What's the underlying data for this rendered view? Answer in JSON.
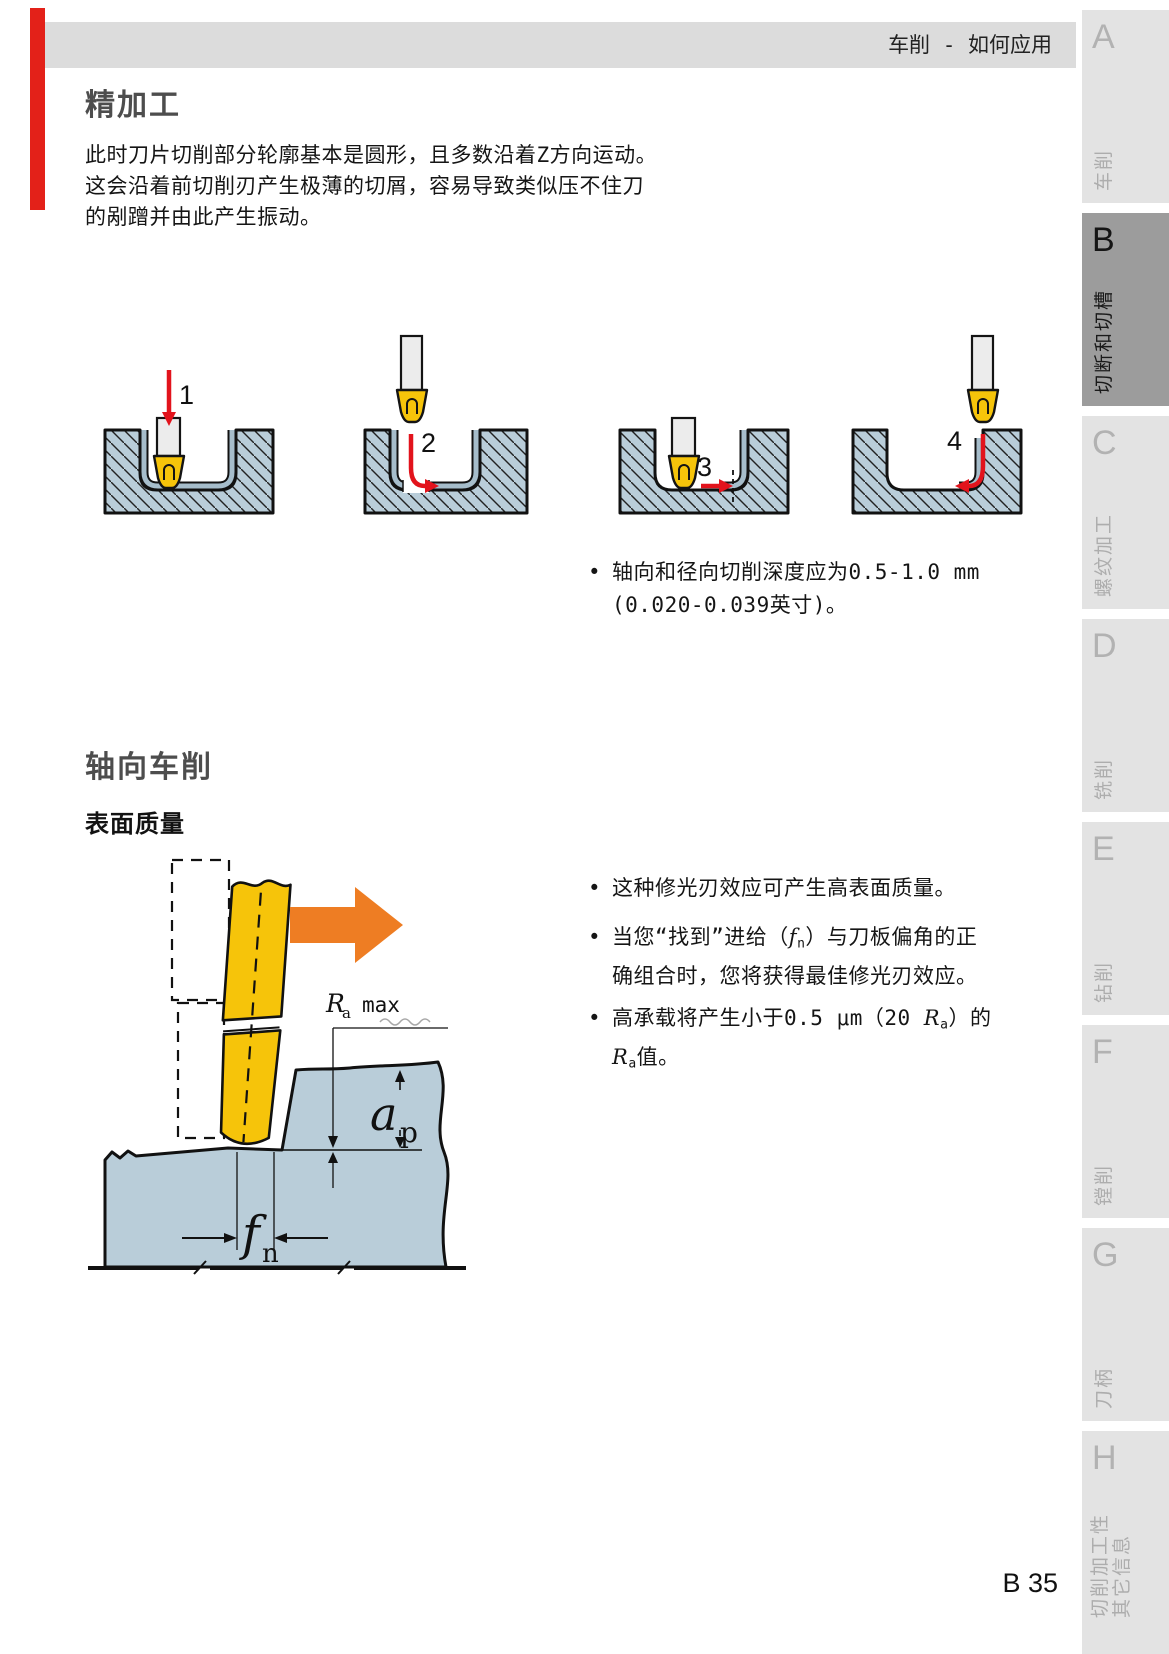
{
  "header": {
    "title": "车削 - 如何应用"
  },
  "sections": {
    "finishing": {
      "title": "精加工",
      "body": "此时刀片切削部分轮廓基本是圆形，且多数沿着Z方向运动。\n这会沿着前切削刃产生极薄的切屑，容易导致类似压不住刀\n的剐蹭并由此产生振动。",
      "steps": [
        "1",
        "2",
        "3",
        "4"
      ],
      "bullet_char": "•",
      "depth_note_line1": "轴向和径向切削深度应为0.5-1.0 mm",
      "depth_note_line2": "(0.020-0.039英寸)。"
    },
    "axial": {
      "title": "轴向车削",
      "subtitle": "表面质量",
      "labels": {
        "ra_symbol": "R",
        "ra_sub": "a",
        "ra_max": "max",
        "ap_symbol": "a",
        "ap_sub": "p",
        "fn_symbol": "f",
        "fn_sub": "n"
      },
      "bullets": {
        "b1": "这种修光刃效应可产生高表面质量。",
        "b2_pre": "当您“找到”进给（",
        "b2_sym": "f",
        "b2_sub": "n",
        "b2_post": "）与刀板偏角的正",
        "b2_line2": "确组合时，您将获得最佳修光刃效应。",
        "b3_pre": "高承载将产生小于0.5 μm（20 ",
        "b3_sym": "R",
        "b3_sub": "a",
        "b3_post": "）的",
        "b3_sym2": "R",
        "b3_sub2": "a",
        "b3_post2": "值。"
      }
    }
  },
  "sidebar": {
    "tabs": [
      {
        "letter": "A",
        "label": "车削"
      },
      {
        "letter": "B",
        "label": "切断和切槽"
      },
      {
        "letter": "C",
        "label": "螺纹加工"
      },
      {
        "letter": "D",
        "label": "铣削"
      },
      {
        "letter": "E",
        "label": "钻削"
      },
      {
        "letter": "F",
        "label": "镗削"
      },
      {
        "letter": "G",
        "label": "刀柄"
      },
      {
        "letter": "H",
        "label": "切削加工性",
        "label2": "其它信息"
      }
    ],
    "active_tab": "B"
  },
  "footer": {
    "page_number": "B 35"
  },
  "colors": {
    "accent_red": "#e32119",
    "header_gray": "#dcdcdc",
    "tab_active_bg": "#9c9c9c",
    "tab_inactive_bg": "#e3e3e3",
    "workpiece_blue": "#b9cdd9",
    "stock_band_blue": "#a6bdcb",
    "insert_yellow": "#f6c40a",
    "arrow_red": "#e2131c",
    "feed_arrow_orange": "#ee7d23"
  }
}
